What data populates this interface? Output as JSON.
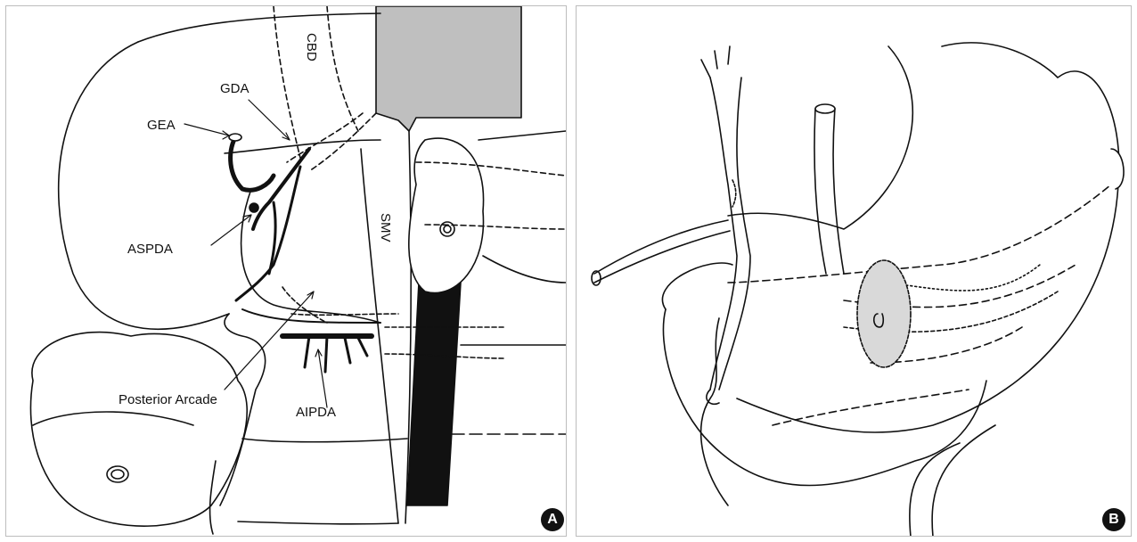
{
  "panels": [
    {
      "id": "A",
      "badge": "A",
      "labels": {
        "gea": "GEA",
        "gda": "GDA",
        "cbd": "CBD",
        "aspda": "ASPDA",
        "smv": "SMV",
        "posterior_arcade": "Posterior Arcade",
        "aipda": "AIPDA"
      }
    },
    {
      "id": "B",
      "badge": "B"
    }
  ],
  "colors": {
    "line": "#111111",
    "shade": "#bfbfbf",
    "smv_shade": "#111111",
    "patch": "#d9d9d9"
  }
}
